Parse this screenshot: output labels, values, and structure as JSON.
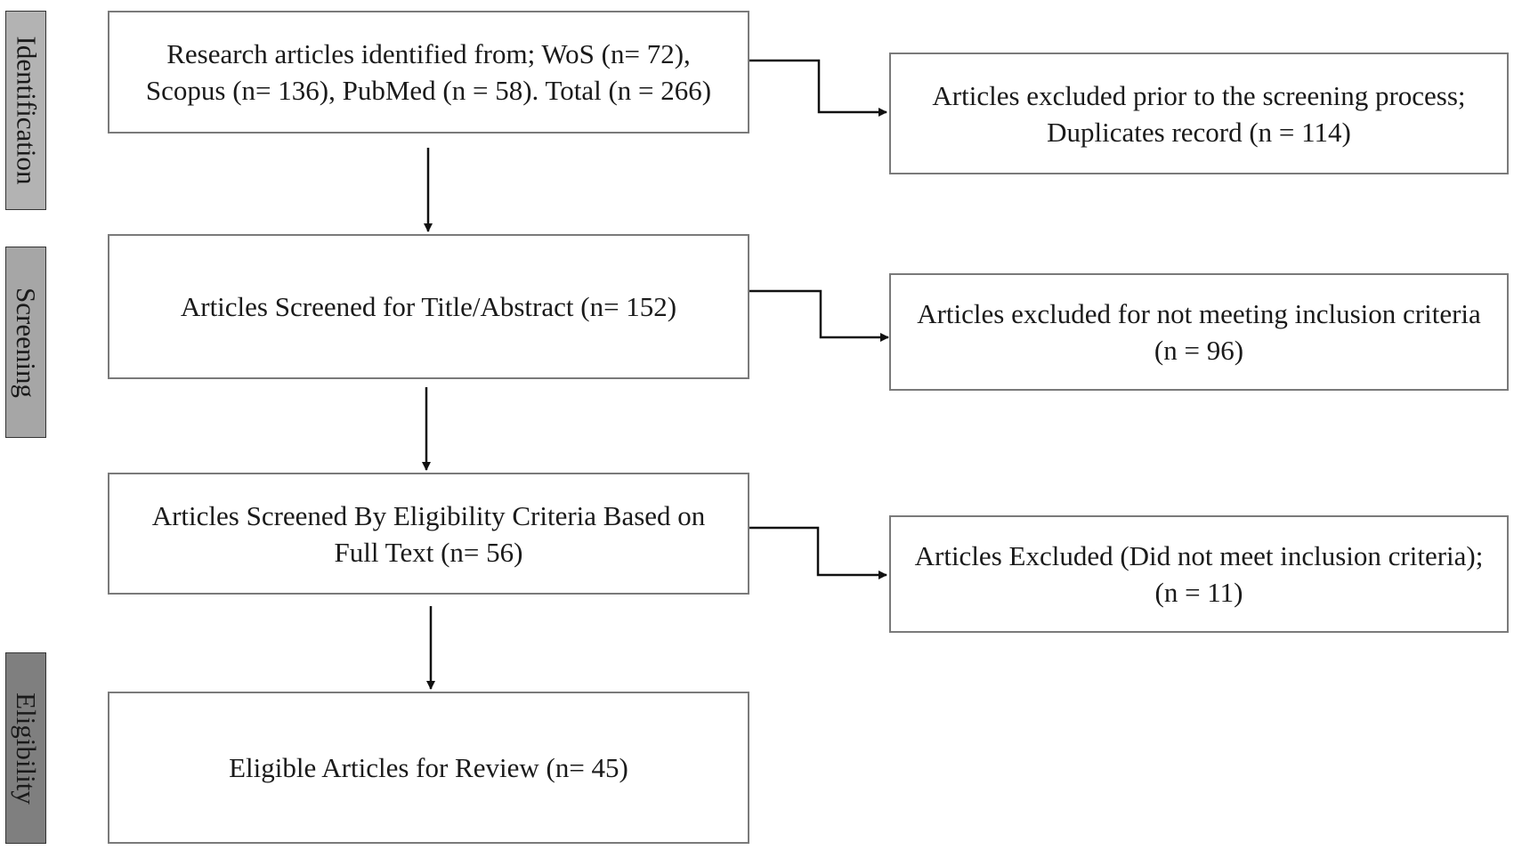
{
  "stages": {
    "identification": "Identification",
    "screening": "Screening",
    "eligibility": "Eligibility"
  },
  "stage_colors": {
    "identification": "#b3b3b3",
    "screening": "#a6a6a6",
    "eligibility": "#7f7f7f"
  },
  "boxes": {
    "identified": "Research articles identified from; WoS (n= 72),\nScopus (n= 136), PubMed (n = 58). Total (n = 266)",
    "screened": "Articles Screened for Title/Abstract (n= 152)",
    "fulltext": "Articles Screened By Eligibility Criteria Based on\nFull Text (n= 56)",
    "eligible": "Eligible Articles for Review (n= 45)",
    "excluded_duplicates": "Articles excluded prior to the screening process;\nDuplicates record (n = 114)",
    "excluded_inclusion": "Articles excluded for not meeting inclusion criteria\n(n = 96)",
    "excluded_fulltext": "Articles Excluded (Did not meet inclusion criteria);\n(n = 11)"
  }
}
